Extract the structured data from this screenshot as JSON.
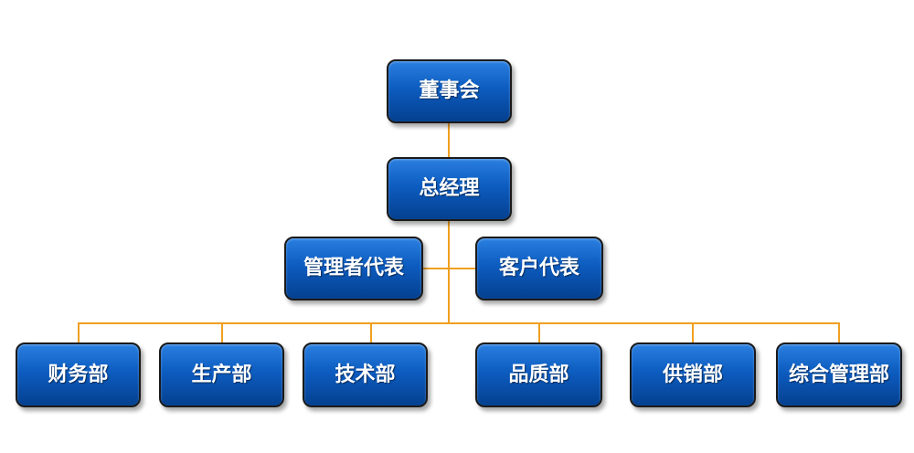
{
  "org_chart": {
    "board": "董事会",
    "general_manager": "总经理",
    "representatives": {
      "management": "管理者代表",
      "customer": "客户代表"
    },
    "departments": {
      "finance": "财务部",
      "production": "生产部",
      "technology": "技术部",
      "quality": "品质部",
      "supply_sales": "供销部",
      "general_management": "综合管理部"
    }
  },
  "colors": {
    "node_fill_top": "#2a7fe0",
    "node_fill_bottom": "#04408f",
    "node_border": "#1a1a1a",
    "node_text": "#ffffff",
    "connector": "#f0a020"
  }
}
